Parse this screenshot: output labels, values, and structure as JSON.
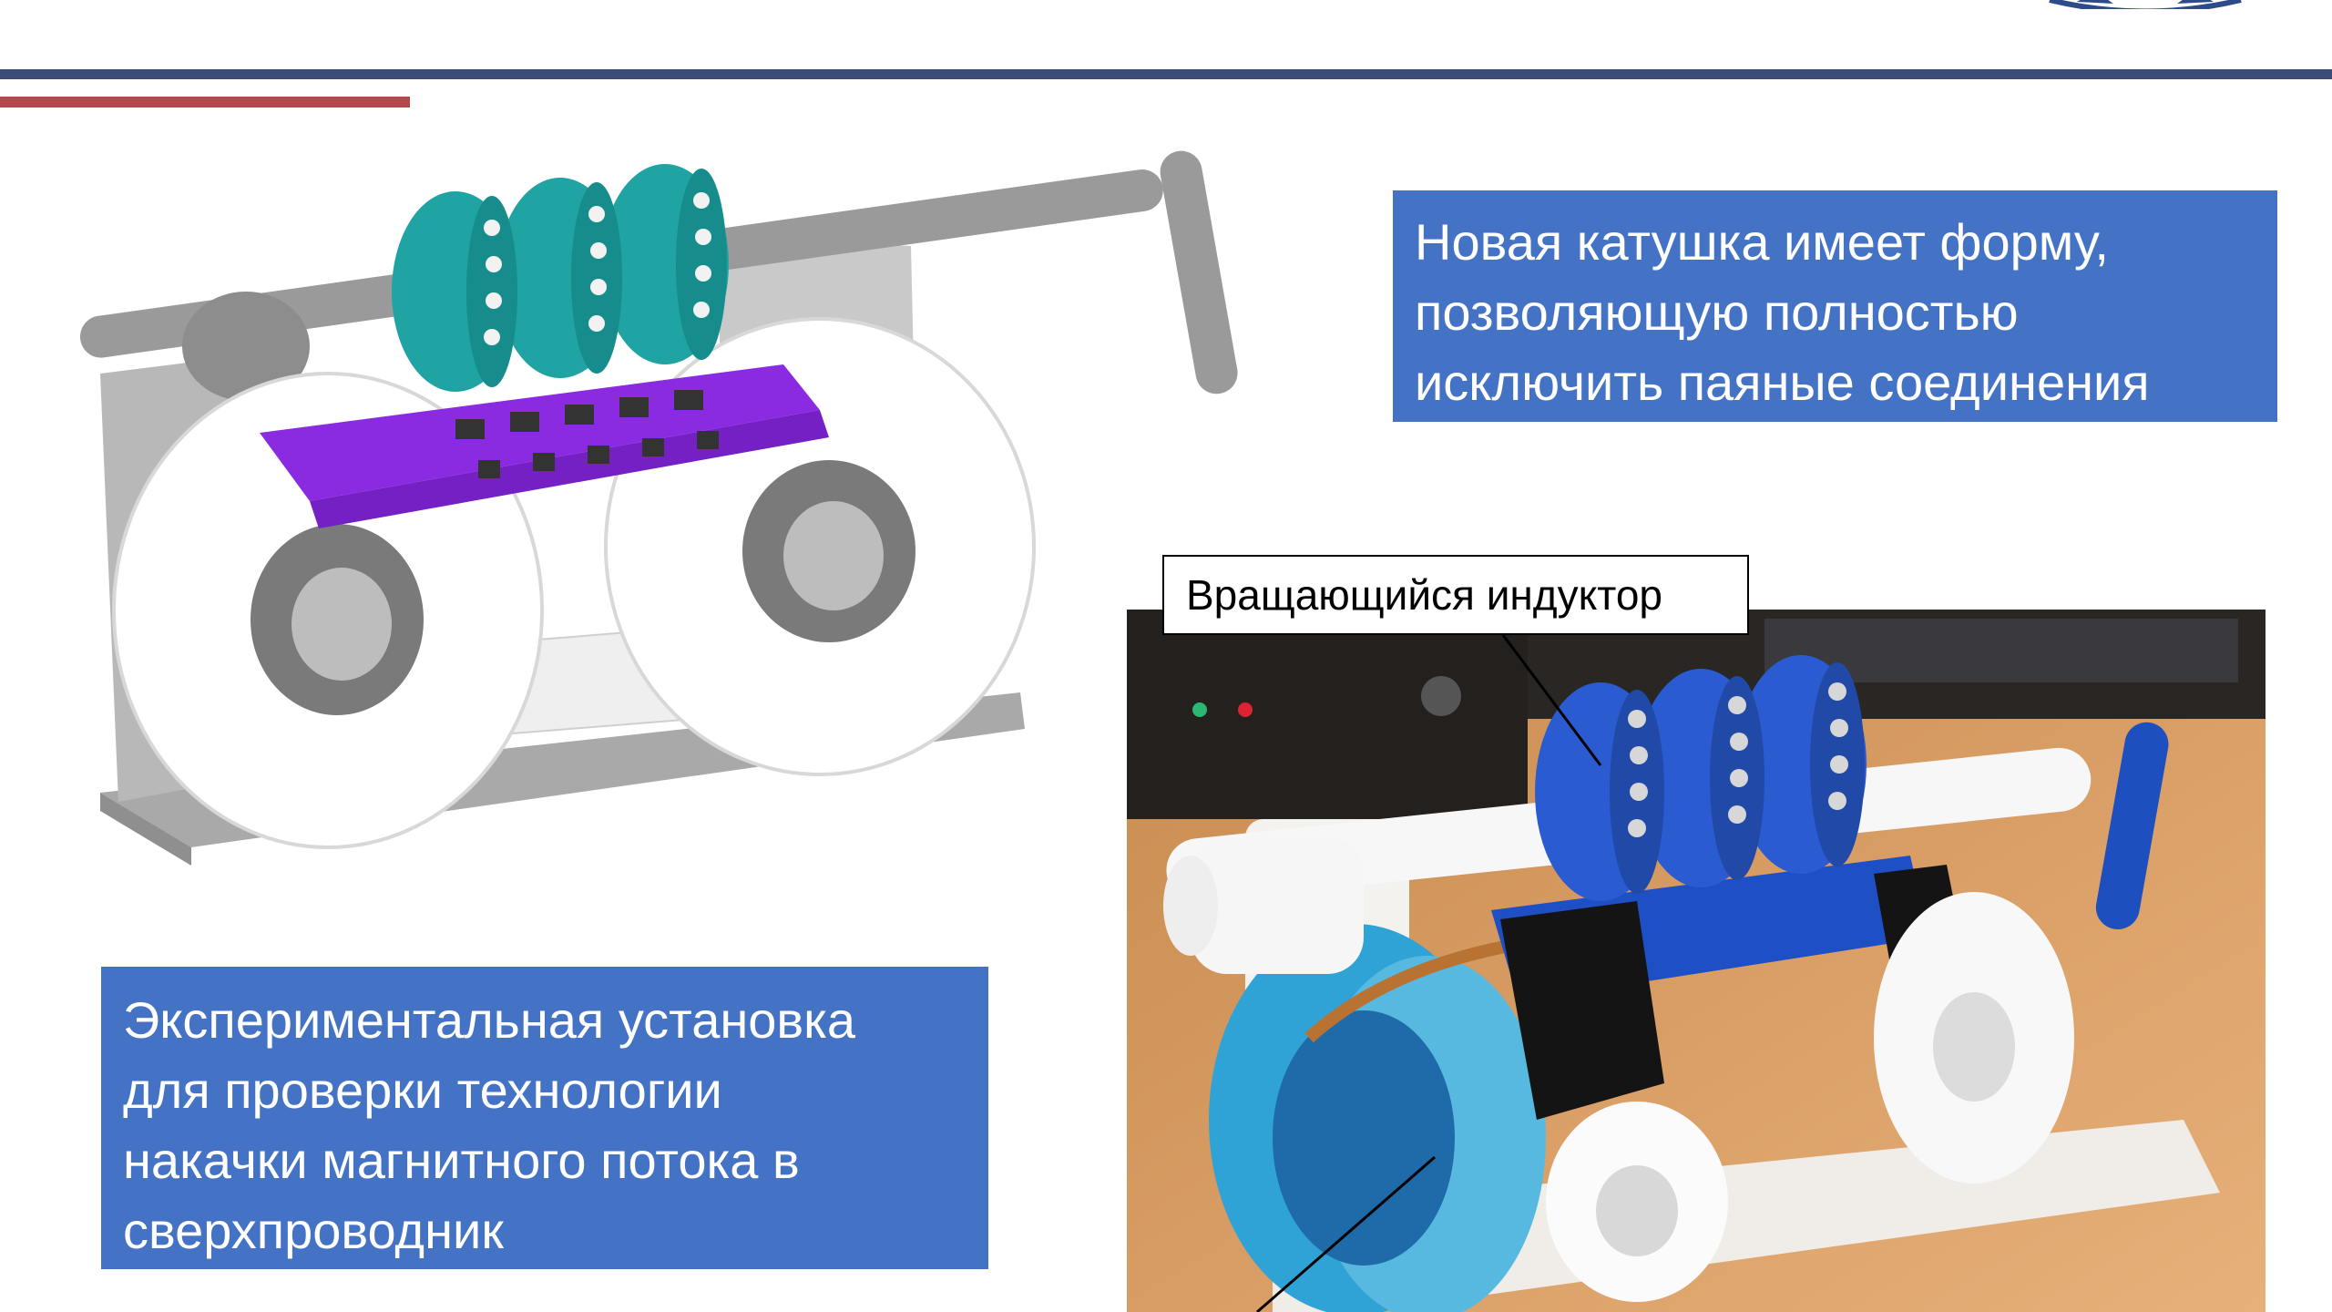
{
  "caption_top": {
    "lines": [
      "Новая катушка имеет форму,",
      "позволяющую полностью",
      "исключить паяные соединения"
    ]
  },
  "caption_bottom": {
    "lines": [
      "Экспериментальная установка",
      "для проверки технологии",
      "накачки магнитного потока в",
      "сверхпроводник"
    ]
  },
  "photo_label": "Вращающийся индуктор",
  "colors": {
    "caption_bg": "#4472c4",
    "header_rule": "#3b4c79",
    "accent_rule": "#b24a4d",
    "coil_teal": "#1fa3a3",
    "coil_blue": "#2a5bd0",
    "carriage_purple": "#8a2be2"
  },
  "icons": {
    "logo": "institution-logo"
  }
}
